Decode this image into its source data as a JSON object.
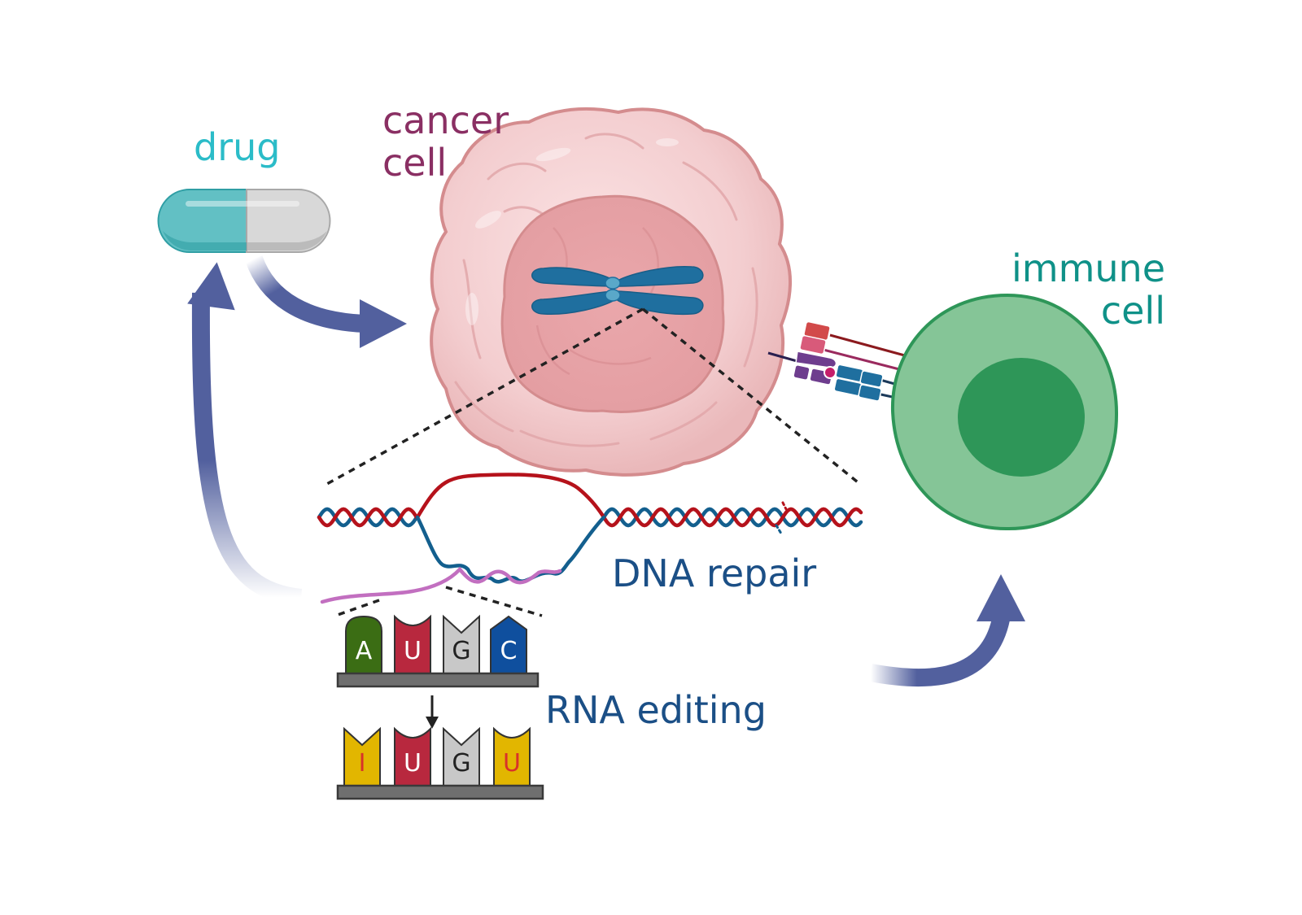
{
  "labels": {
    "drug": "drug",
    "cancer_cell_line1": "cancer",
    "cancer_cell_line2": "cell",
    "immune_cell_line1": "immune",
    "immune_cell_line2": "cell",
    "dna_repair": "DNA repair",
    "rna_editing": "RNA editing"
  },
  "rna_before": [
    {
      "letter": "A",
      "shape": "round-top",
      "fill": "#3b6d14",
      "text_color": "#ffffff"
    },
    {
      "letter": "U",
      "shape": "concave-top",
      "fill": "#b8283e",
      "text_color": "#ffffff"
    },
    {
      "letter": "G",
      "shape": "notch-top",
      "fill": "#c8c8c8",
      "text_color": "#222222"
    },
    {
      "letter": "C",
      "shape": "point-top",
      "fill": "#0f4f9e",
      "text_color": "#ffffff"
    }
  ],
  "rna_after": [
    {
      "letter": "I",
      "shape": "notch-top",
      "fill": "#e2b600",
      "text_color": "#d8322a"
    },
    {
      "letter": "U",
      "shape": "concave-top",
      "fill": "#b8283e",
      "text_color": "#ffffff"
    },
    {
      "letter": "G",
      "shape": "notch-top",
      "fill": "#c8c8c8",
      "text_color": "#222222"
    },
    {
      "letter": "U",
      "shape": "concave-top",
      "fill": "#e2b600",
      "text_color": "#d8322a"
    }
  ],
  "colors": {
    "drug_label": "#2bbcc8",
    "cancer_label": "#8a2f63",
    "immune_label": "#0f9188",
    "process_label": "#1b4f86",
    "arrow": "#52609e",
    "dna_red": "#b5121b",
    "dna_blue": "#135f8e",
    "rna_strand": "#c26fc0",
    "pill_teal": "#62c0c4",
    "pill_grey": "#d8d8d8",
    "cancer_cytoplasm": "#f3cdcf",
    "cancer_outline": "#d48c8e",
    "cancer_nucleus": "#e9a6aa",
    "chromosome": "#1f6f9f",
    "immune_cytoplasm": "#85c597",
    "immune_nucleus": "#2e9658",
    "immune_outline": "#2e9658"
  }
}
